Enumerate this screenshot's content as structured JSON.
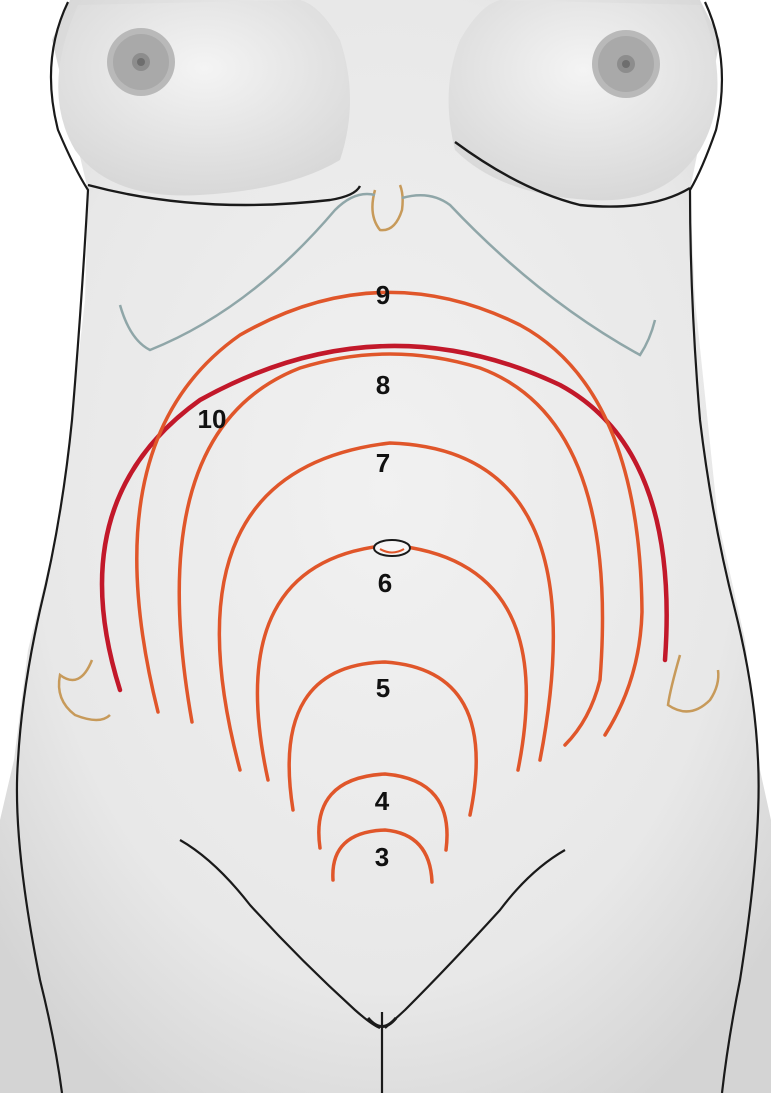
{
  "diagram": {
    "labels": [
      {
        "id": "month-3",
        "text": "3"
      },
      {
        "id": "month-4",
        "text": "4"
      },
      {
        "id": "month-5",
        "text": "5"
      },
      {
        "id": "month-6",
        "text": "6"
      },
      {
        "id": "month-7",
        "text": "7"
      },
      {
        "id": "month-8",
        "text": "8"
      },
      {
        "id": "month-9",
        "text": "9"
      },
      {
        "id": "month-10",
        "text": "10"
      }
    ],
    "colors": {
      "background": "#ffffff",
      "skin": "#ebebeb",
      "outline": "#1a1a1a",
      "arc_orange": "#e0562a",
      "arc_month10": "#c2182a",
      "costal_margin": "#8fa6a8",
      "bone_landmark": "#c79a5a",
      "areola": "#b9b9b9"
    }
  }
}
